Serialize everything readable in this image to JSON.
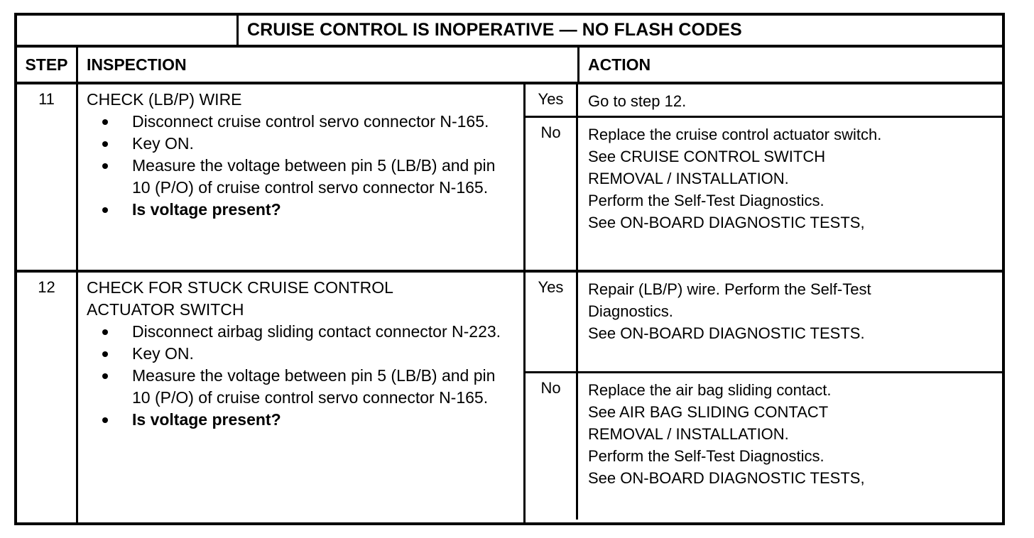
{
  "table": {
    "title": "CRUISE CONTROL IS INOPERATIVE — NO FLASH CODES",
    "headers": {
      "step": "STEP",
      "inspection": "INSPECTION",
      "action": "ACTION"
    },
    "rows": [
      {
        "step": "11",
        "inspection_title": "CHECK (LB/P) WIRE",
        "bullets": [
          {
            "text": "Disconnect cruise control servo connector N-165.",
            "bold": false
          },
          {
            "text": "Key ON.",
            "bold": false
          },
          {
            "text": "Measure the voltage between pin 5 (LB/B) and pin 10 (P/O) of cruise control servo connector N-165.",
            "bold": false
          },
          {
            "text": "Is voltage present?",
            "bold": true
          }
        ],
        "actions": [
          {
            "answer": "Yes",
            "text": "Go to step 12."
          },
          {
            "answer": "No",
            "text": "Replace the cruise control actuator switch.\nSee CRUISE CONTROL SWITCH\nREMOVAL / INSTALLATION.\nPerform the Self-Test Diagnostics.\nSee ON-BOARD DIAGNOSTIC TESTS,"
          }
        ]
      },
      {
        "step": "12",
        "inspection_title": "CHECK FOR STUCK CRUISE CONTROL\nACTUATOR SWITCH",
        "bullets": [
          {
            "text": "Disconnect airbag sliding contact connector N-223.",
            "bold": false
          },
          {
            "text": "Key ON.",
            "bold": false
          },
          {
            "text": "Measure the voltage between pin 5 (LB/B) and pin 10 (P/O) of cruise control servo connector N-165.",
            "bold": false
          },
          {
            "text": "Is voltage present?",
            "bold": true
          }
        ],
        "actions": [
          {
            "answer": "Yes",
            "text": "Repair (LB/P) wire.  Perform the Self-Test\nDiagnostics.\nSee ON-BOARD DIAGNOSTIC TESTS."
          },
          {
            "answer": "No",
            "text": "Replace the air bag sliding contact.\nSee AIR BAG SLIDING CONTACT\nREMOVAL / INSTALLATION.\nPerform the Self-Test Diagnostics.\nSee ON-BOARD DIAGNOSTIC TESTS,"
          }
        ]
      }
    ]
  },
  "colors": {
    "ink": "#000000",
    "paper": "#ffffff"
  }
}
